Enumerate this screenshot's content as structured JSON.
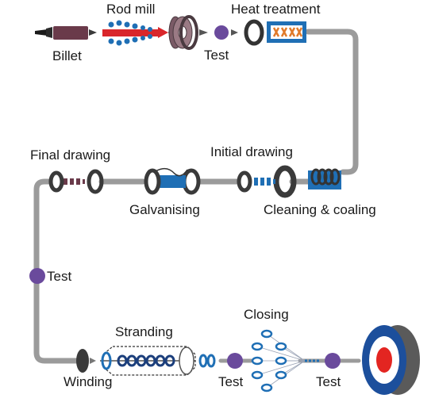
{
  "labels": {
    "billet": "Billet",
    "rod_mill": "Rod mill",
    "test_1": "Test",
    "heat_treatment": "Heat treatment",
    "initial_drawing": "Initial drawing",
    "cleaning_coating": "Cleaning & coaling",
    "galvanising": "Galvanising",
    "final_drawing": "Final drawing",
    "test_2": "Test",
    "stranding": "Stranding",
    "winding": "Winding",
    "closing": "Closing",
    "test_3": "Test",
    "test_4": "Test"
  },
  "colors": {
    "pipe": "#9b9b9b",
    "wire_blue": "#1f6fb5",
    "test_purple": "#6a4a9c",
    "rod_red": "#d9262b",
    "billet": "#6a3a4a",
    "reel_red": "#e32521",
    "reel_blue": "#1c4f9c"
  }
}
